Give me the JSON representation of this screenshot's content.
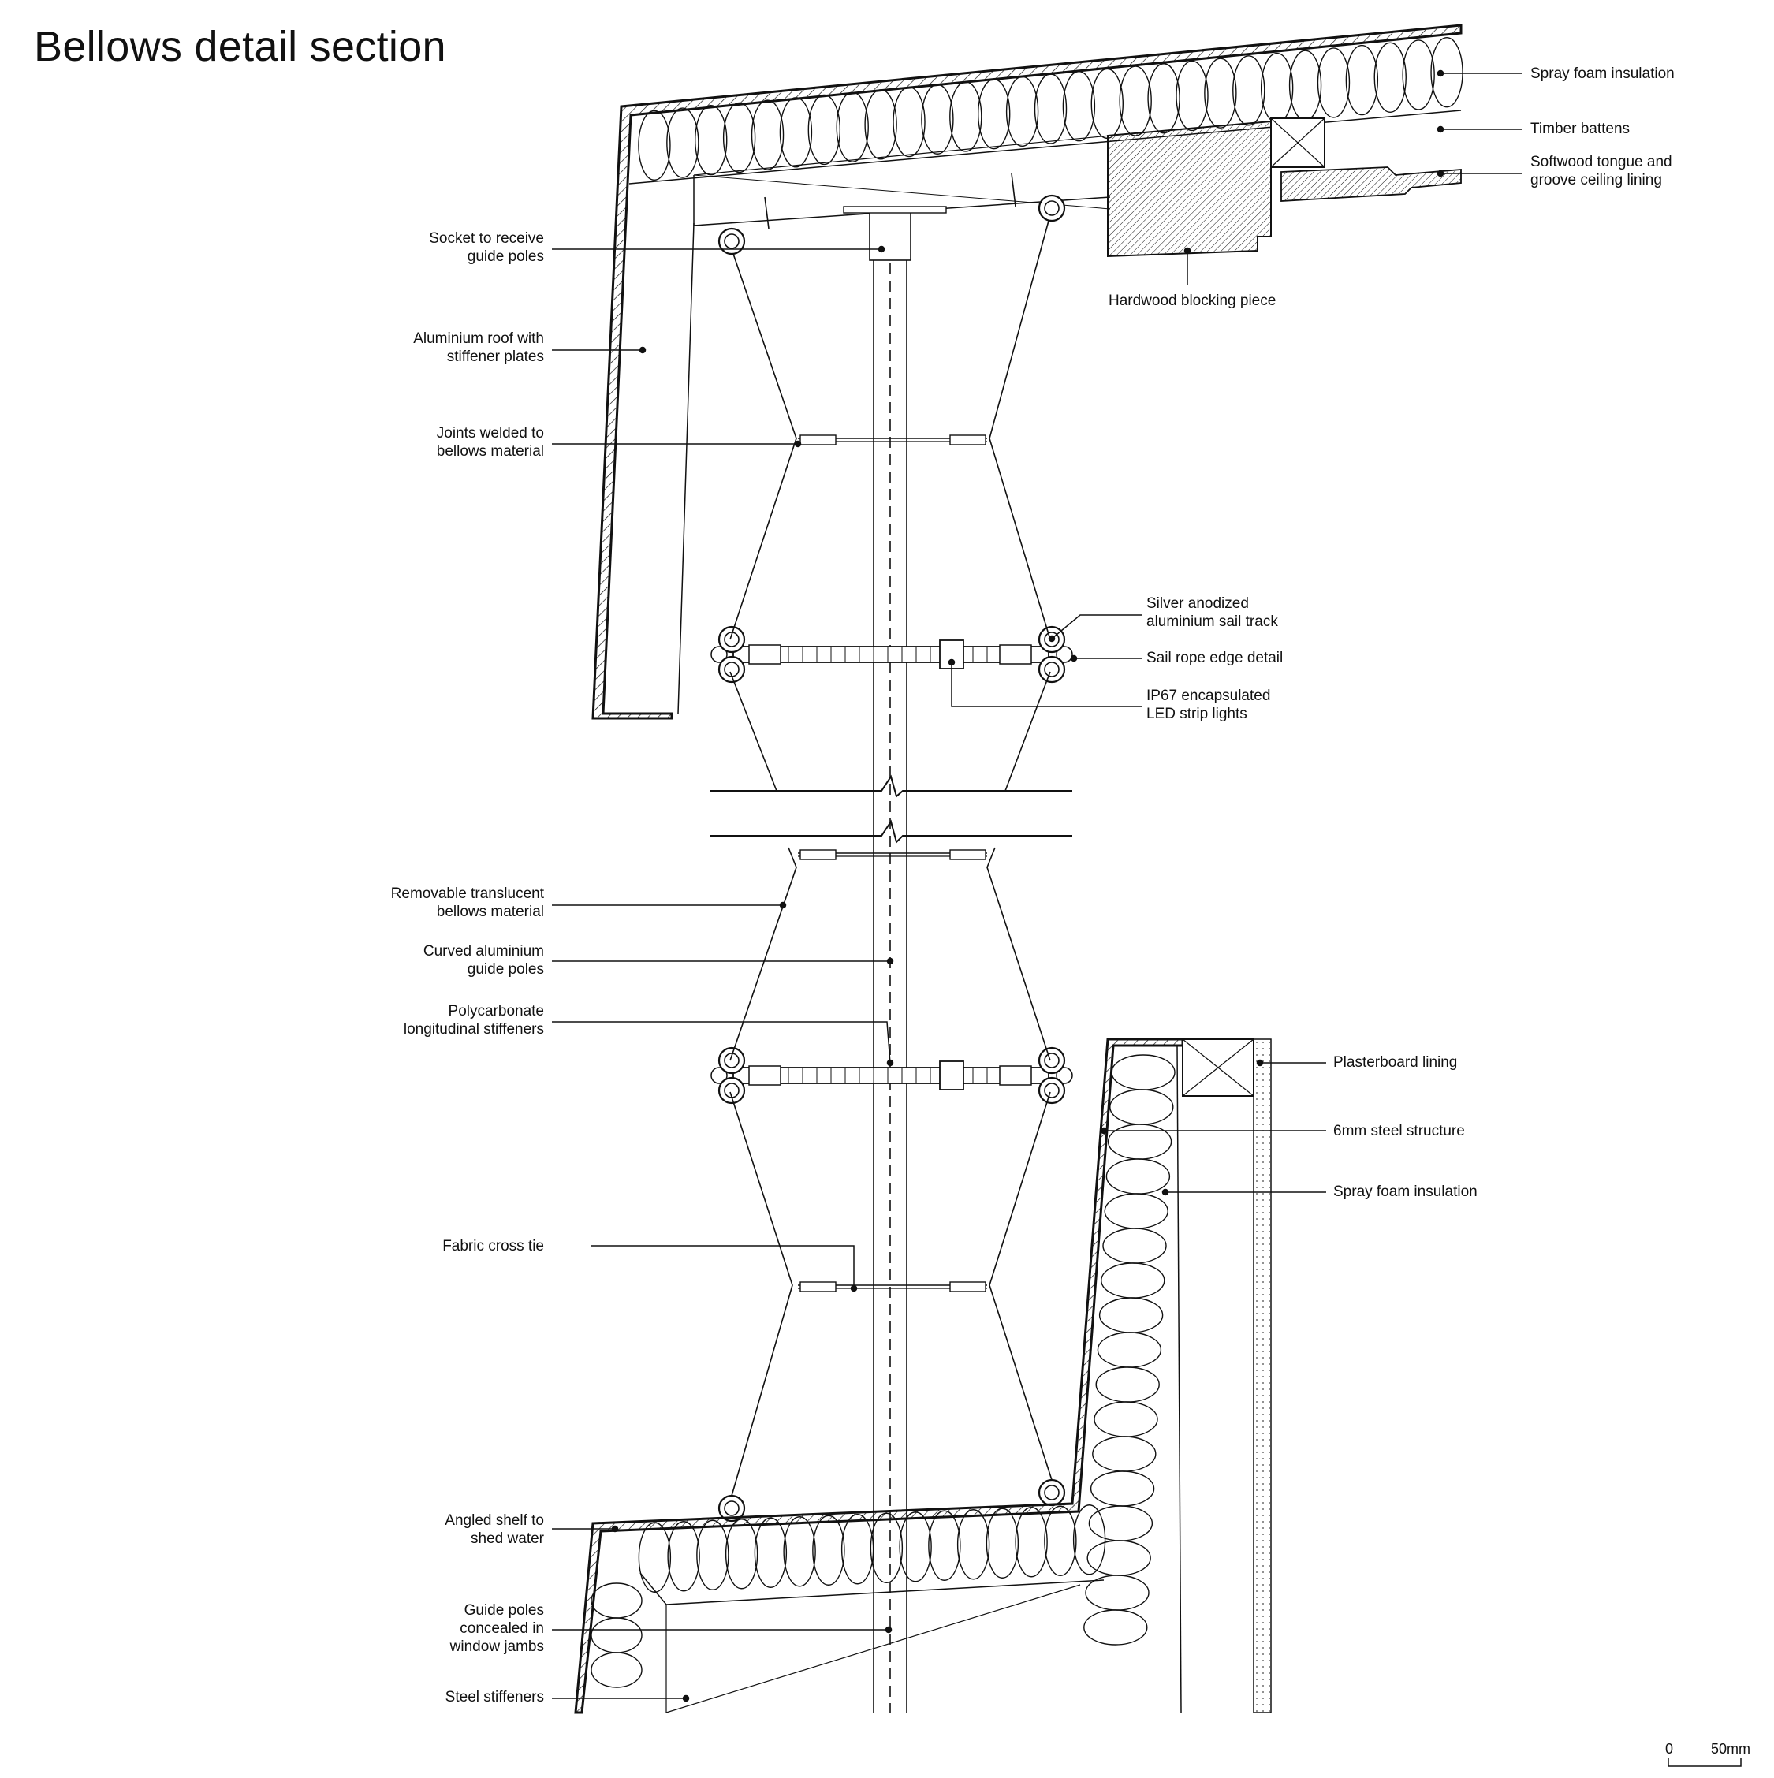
{
  "title": "Bellows detail section",
  "labels_left": [
    "Socket to receive\nguide poles",
    "Aluminium roof with\nstiffener plates",
    "Joints welded to\nbellows material",
    "Removable translucent\nbellows material",
    "Curved aluminium\nguide poles",
    "Polycarbonate\nlongitudinal stiffeners",
    "Fabric cross tie",
    "Angled shelf to\nshed water",
    "Guide poles\nconcealed in\nwindow jambs",
    "Steel stiffeners"
  ],
  "labels_right": [
    "Spray foam insulation",
    "Timber battens",
    "Softwood tongue and\ngroove ceiling lining",
    "Hardwood blocking piece",
    "Silver anodized\naluminium sail track",
    "Sail rope edge detail",
    "IP67 encapsulated\nLED strip lights",
    "Plasterboard lining",
    "6mm steel structure",
    "Spray foam insulation"
  ],
  "scale_bar": {
    "start": "0",
    "end": "50mm"
  },
  "colors": {
    "ink": "#111111",
    "background": "#ffffff"
  }
}
